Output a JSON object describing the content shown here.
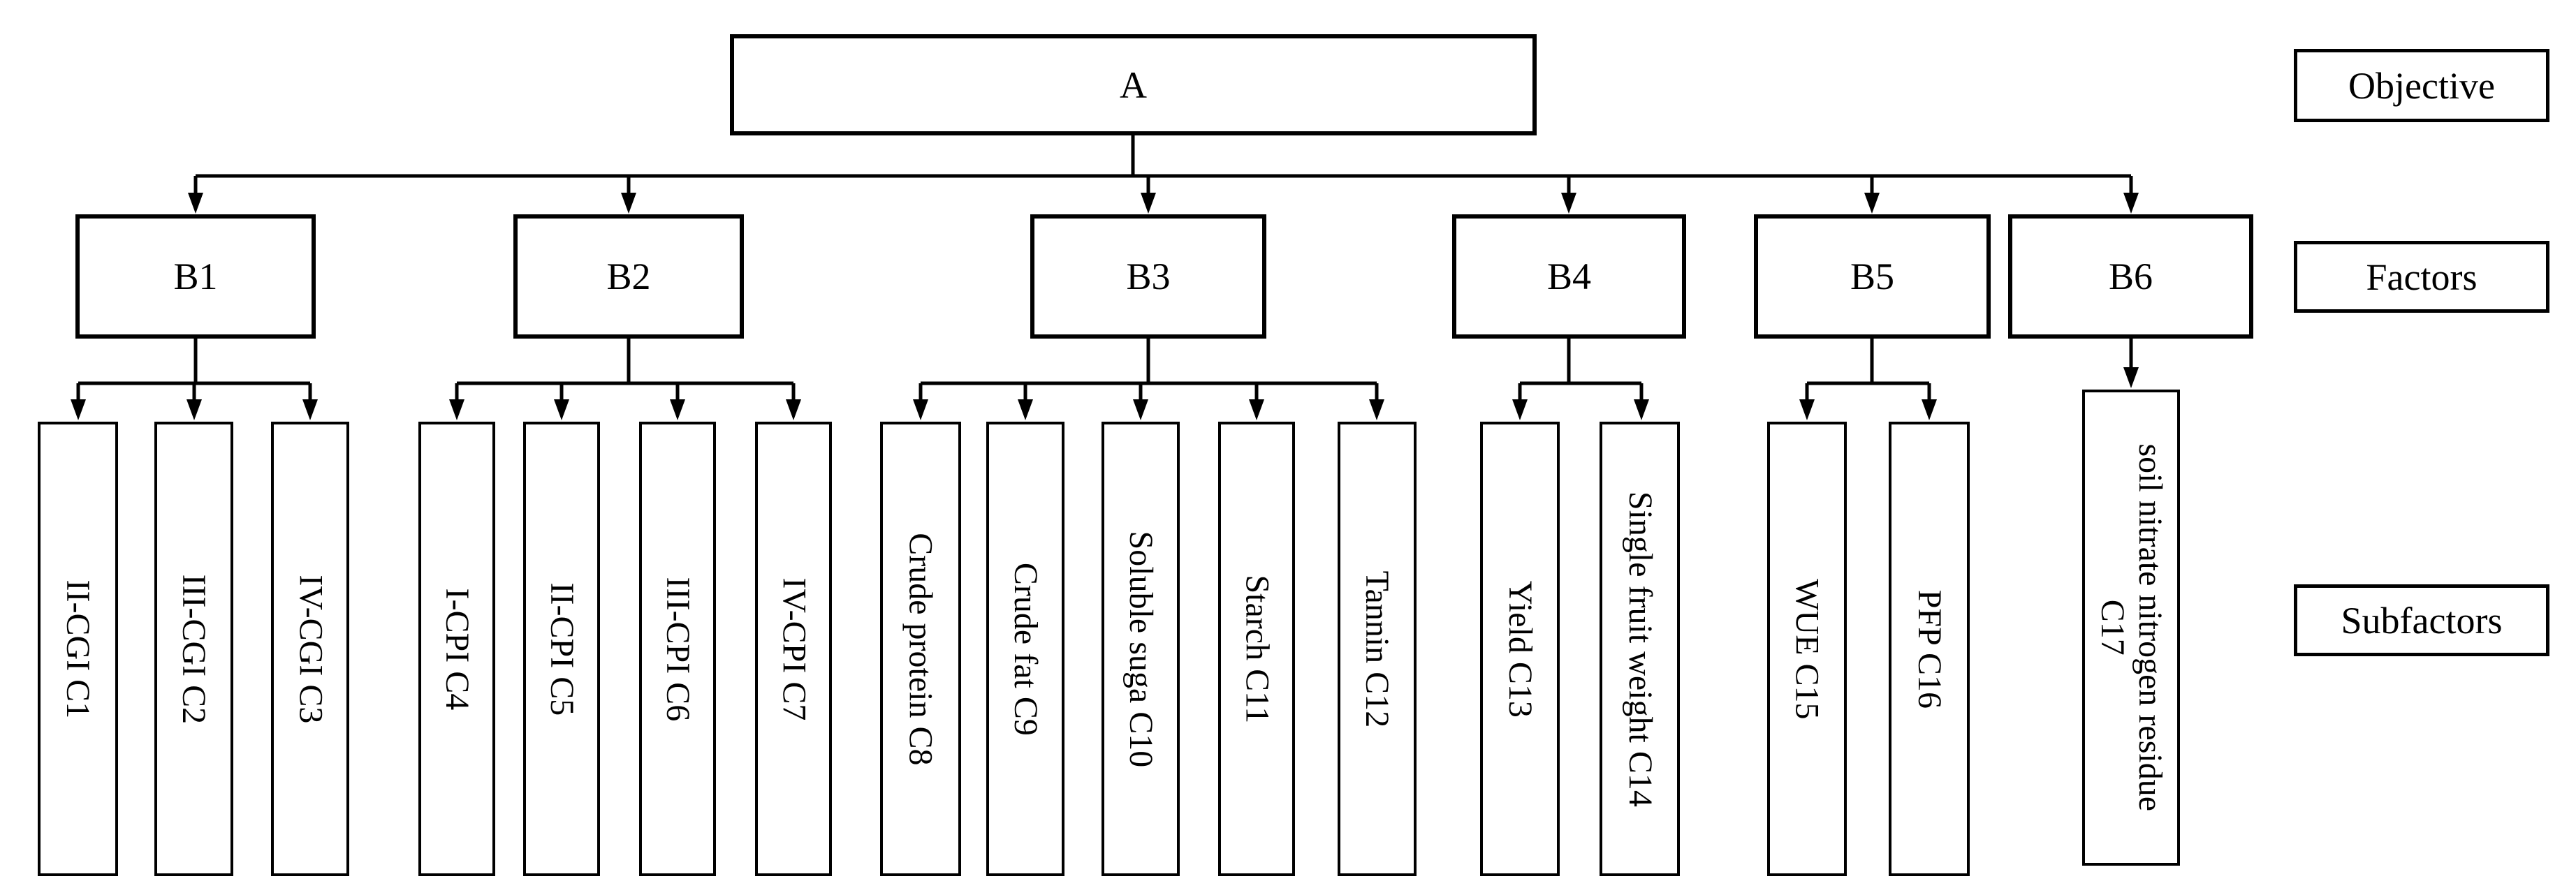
{
  "root": {
    "id": "A",
    "label": "A"
  },
  "level_labels": {
    "objective": "Objective",
    "factors": "Factors",
    "subfactors": "Subfactors"
  },
  "factors": [
    {
      "id": "B1",
      "label": "B1"
    },
    {
      "id": "B2",
      "label": "B2"
    },
    {
      "id": "B3",
      "label": "B3"
    },
    {
      "id": "B4",
      "label": "B4"
    },
    {
      "id": "B5",
      "label": "B5"
    },
    {
      "id": "B6",
      "label": "B6"
    }
  ],
  "subfactors": [
    {
      "id": "C1",
      "parent": "B1",
      "label": "II-CGI C1"
    },
    {
      "id": "C2",
      "parent": "B1",
      "label": "III-CGI C2"
    },
    {
      "id": "C3",
      "parent": "B1",
      "label": "IV-CGI C3"
    },
    {
      "id": "C4",
      "parent": "B2",
      "label": "I-CPI C4"
    },
    {
      "id": "C5",
      "parent": "B2",
      "label": "II-CPI C5"
    },
    {
      "id": "C6",
      "parent": "B2",
      "label": "III-CPI C6"
    },
    {
      "id": "C7",
      "parent": "B2",
      "label": "IV-CPI C7"
    },
    {
      "id": "C8",
      "parent": "B3",
      "label": "Crude protein C8"
    },
    {
      "id": "C9",
      "parent": "B3",
      "label": "Crude fat C9"
    },
    {
      "id": "C10",
      "parent": "B3",
      "label": "Soluble suga C10"
    },
    {
      "id": "C11",
      "parent": "B3",
      "label": "Starch C11"
    },
    {
      "id": "C12",
      "parent": "B3",
      "label": "Tannin C12"
    },
    {
      "id": "C13",
      "parent": "B4",
      "label": "Yield C13"
    },
    {
      "id": "C14",
      "parent": "B4",
      "label": "Single fruit weight C14"
    },
    {
      "id": "C15",
      "parent": "B5",
      "label": "WUE C15"
    },
    {
      "id": "C16",
      "parent": "B5",
      "label": "PFP C16"
    },
    {
      "id": "C17",
      "parent": "B6",
      "label": "soil nitrate nitrogen residue",
      "line2": "C17"
    }
  ],
  "line_color": "#000000"
}
